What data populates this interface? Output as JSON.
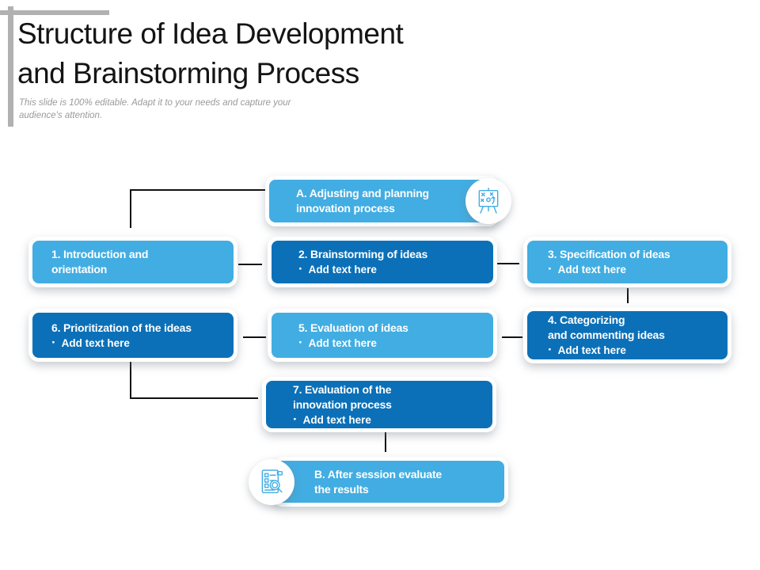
{
  "slide": {
    "title": "Structure of Idea Development\nand Brainstorming Process",
    "subtitle": "This slide is 100% editable. Adapt it to your needs and capture your\naudience's attention."
  },
  "bullet_char": "·",
  "colors": {
    "light_blue": "#42ADE2",
    "dark_blue": "#0B70B8",
    "arrow": "#111111",
    "bar_gray": "#b1b1b1"
  },
  "nodes": {
    "a": {
      "label": "A. Adjusting and planning\ninnovation process",
      "icon": "strategy-board-icon"
    },
    "n1": {
      "label": "1. Introduction and\norientation"
    },
    "n2": {
      "label": "2. Brainstorming of ideas",
      "bullet": "Add text here"
    },
    "n3": {
      "label": "3. Specification of ideas",
      "bullet": "Add text here"
    },
    "n4": {
      "label": "4. Categorizing\nand commenting ideas",
      "bullet": "Add text here"
    },
    "n5": {
      "label": "5. Evaluation of ideas",
      "bullet": "Add text here"
    },
    "n6": {
      "label": "6. Prioritization of the ideas",
      "bullet": "Add text here"
    },
    "n7": {
      "label": "7. Evaluation of the\ninnovation process",
      "bullet": "Add text here"
    },
    "b": {
      "label": "B. After session evaluate\nthe results",
      "icon": "evaluation-checklist-icon"
    }
  }
}
